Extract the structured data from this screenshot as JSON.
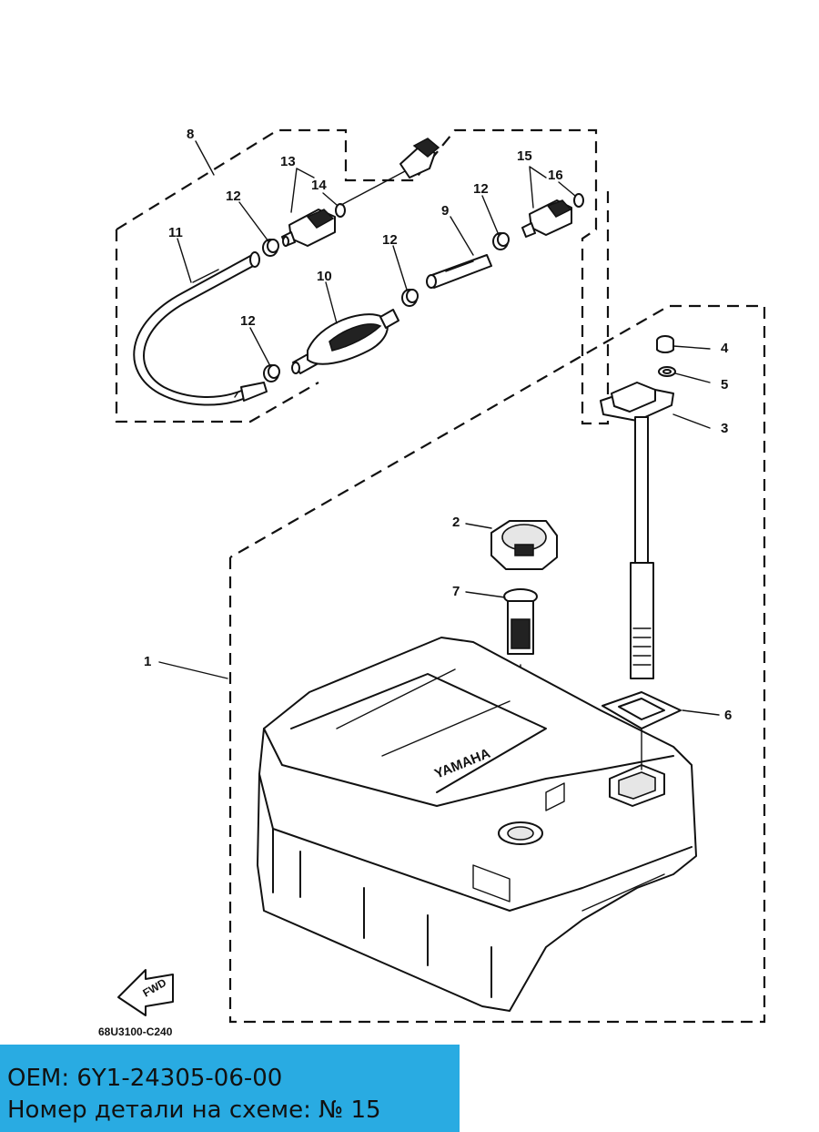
{
  "callouts": {
    "c1": "1",
    "c2": "2",
    "c3": "3",
    "c4": "4",
    "c5": "5",
    "c6": "6",
    "c7": "7",
    "c8": "8",
    "c9": "9",
    "c10": "10",
    "c11": "11",
    "c12a": "12",
    "c12b": "12",
    "c12c": "12",
    "c12d": "12",
    "c13": "13",
    "c14": "14",
    "c15": "15",
    "c16": "16"
  },
  "drawing_code": "68U3100-C240",
  "fwd_label": "FWD",
  "tank_brand_text": "YAMAHA",
  "info": {
    "oem_line": "OEM: 6Y1-24305-06-00",
    "part_number_line": "Номер детали на схеме: № 15",
    "background_color": "#29abe2"
  }
}
